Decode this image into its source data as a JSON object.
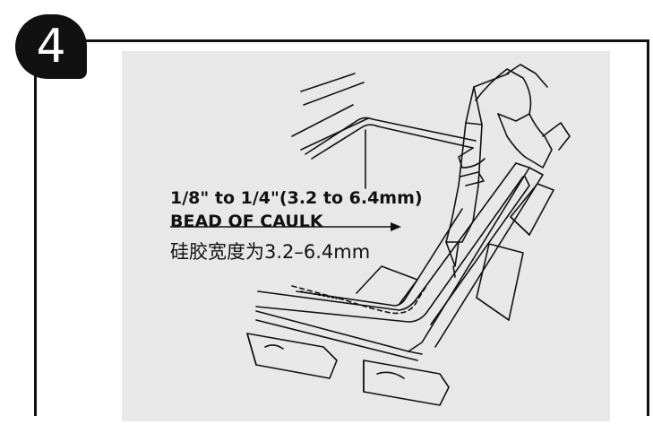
{
  "step": {
    "number": "4"
  },
  "annotation": {
    "measurement": "1/8\" to 1/4\"(3.2 to 6.4mm)",
    "label": "BEAD OF CAULK",
    "chinese": "硅胶宽度为3.2–6.4mm"
  }
}
